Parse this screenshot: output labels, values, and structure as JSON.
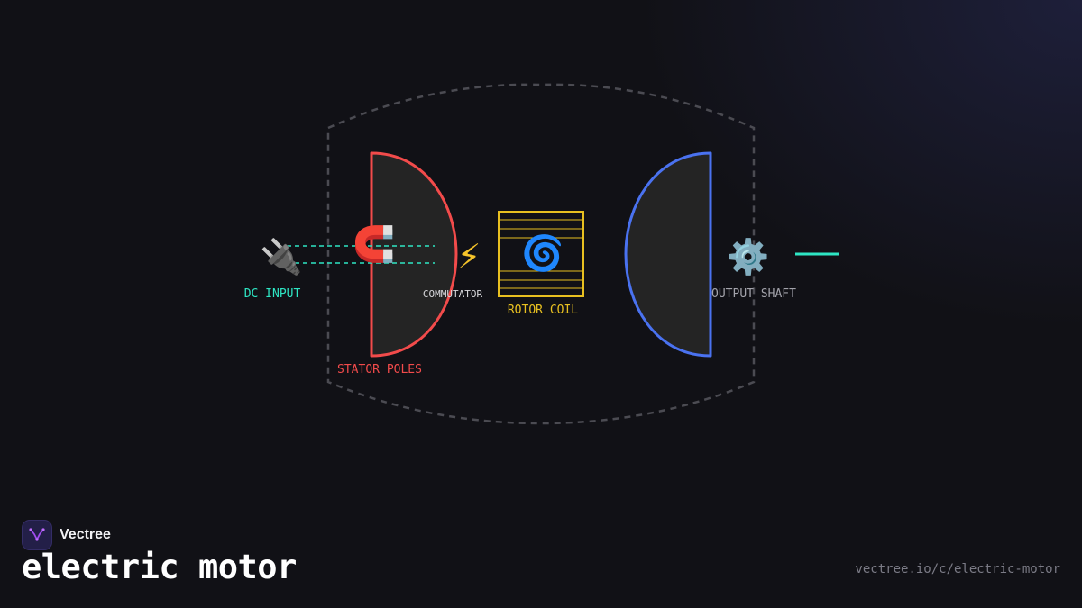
{
  "brand": {
    "name": "Vectree",
    "logo_icon": "vectree-logo-icon"
  },
  "title": "electric motor",
  "url": "vectree.io/c/electric-motor",
  "diagram": {
    "labels": {
      "dc_input": "DC INPUT",
      "stator_poles": "STATOR POLES",
      "commutator": "COMMUTATOR",
      "rotor_coil": "ROTOR COIL",
      "output_shaft": "OUTPUT SHAFT"
    },
    "icons": {
      "dc_input": "🔌",
      "stator": "🧲",
      "commutator": "⚡",
      "rotor": "🌀",
      "output": "⚙️"
    },
    "colors": {
      "dc_input": "#2ee6c4",
      "stator": "#f24b4b",
      "rotor_coil": "#e8c020",
      "rotor_pole": "#4a72f0",
      "housing": "#4b4b52",
      "commutator_label": "#d8d8dc",
      "output_label": "#a3a3ab",
      "shaft": "#2ee6c4"
    }
  }
}
